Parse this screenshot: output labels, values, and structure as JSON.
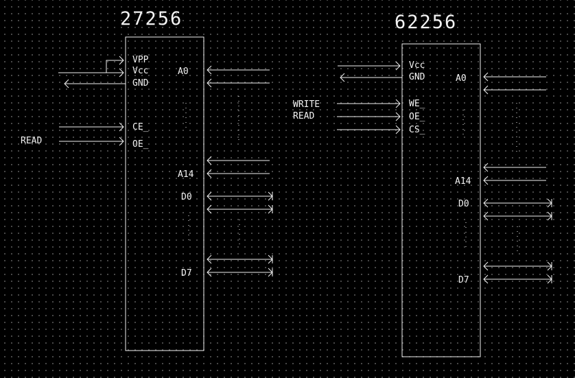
{
  "chips": [
    {
      "title": "27256",
      "pins_left": [
        "VPP",
        "Vcc",
        "GND",
        "CE_",
        "OE_"
      ],
      "address_first": "A0",
      "address_last": "A14",
      "data_first": "D0",
      "data_last": "D7",
      "signals": [
        "READ"
      ]
    },
    {
      "title": "62256",
      "pins_left": [
        "Vcc",
        "GND",
        "WE_",
        "OE_",
        "CS_"
      ],
      "address_first": "A0",
      "address_last": "A14",
      "data_first": "D0",
      "data_last": "D7",
      "signals": [
        "WRITE",
        "READ"
      ]
    }
  ]
}
